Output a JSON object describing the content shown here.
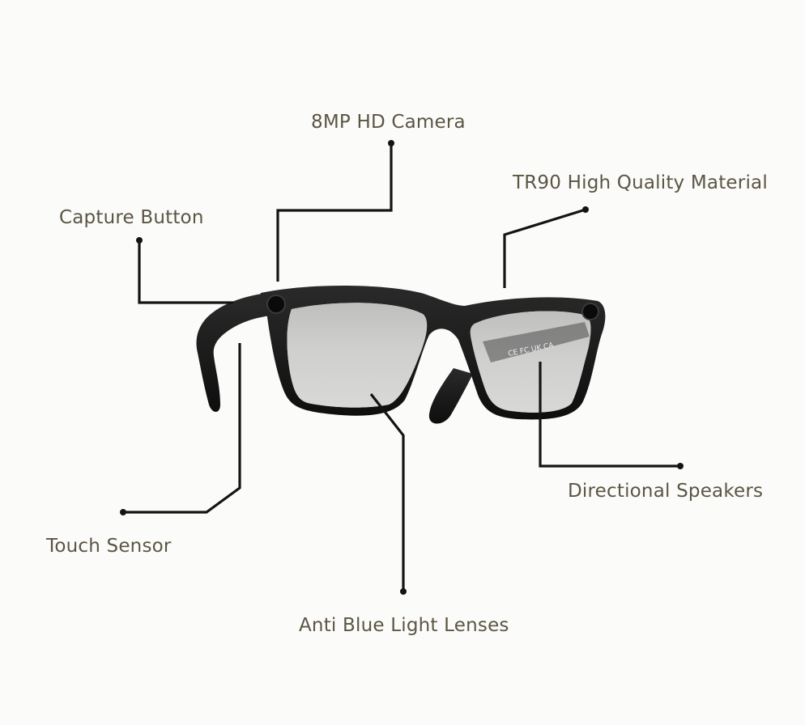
{
  "figure": {
    "background": "#fbfbf9",
    "label_color": "#5b5544",
    "line_color": "#141414",
    "frame_color": "#151515",
    "lens_color": "#c9cac8"
  },
  "labels": {
    "camera": "8MP HD Camera",
    "material": "TR90 High Quality Material",
    "capture_button": "Capture Button",
    "touch_sensor": "Touch Sensor",
    "speakers": "Directional Speakers",
    "lenses": "Anti Blue Light Lenses"
  },
  "glasses": {
    "arm_marks": "CE FC UK CA"
  }
}
